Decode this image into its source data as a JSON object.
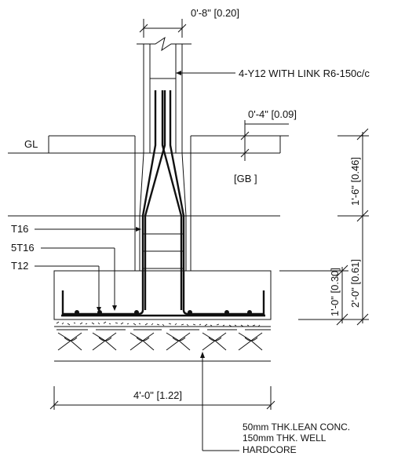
{
  "dims": {
    "col_width": "0'-8\" [0.20]",
    "slab_offset": "0'-4\" [0.09]",
    "footing_width": "4'-0\" [1.22]",
    "depth_above_beam": "1'-6\" [0.46]",
    "depth_beam_to_base": "2'-0\" [0.61]",
    "footing_thickness": "1'-0\" [0.30]"
  },
  "labels": {
    "column_rebar": "4-Y12 WITH LINK R6-150c/c",
    "ground_level": "GL",
    "grade_beam": "[GB ]",
    "t16": "T16",
    "t16x5": "5T16",
    "t12": "T12",
    "lean_conc": "50mm THK.LEAN CONC.",
    "hardcore_1": "150mm THK. WELL",
    "hardcore_2": "HARDCORE"
  }
}
